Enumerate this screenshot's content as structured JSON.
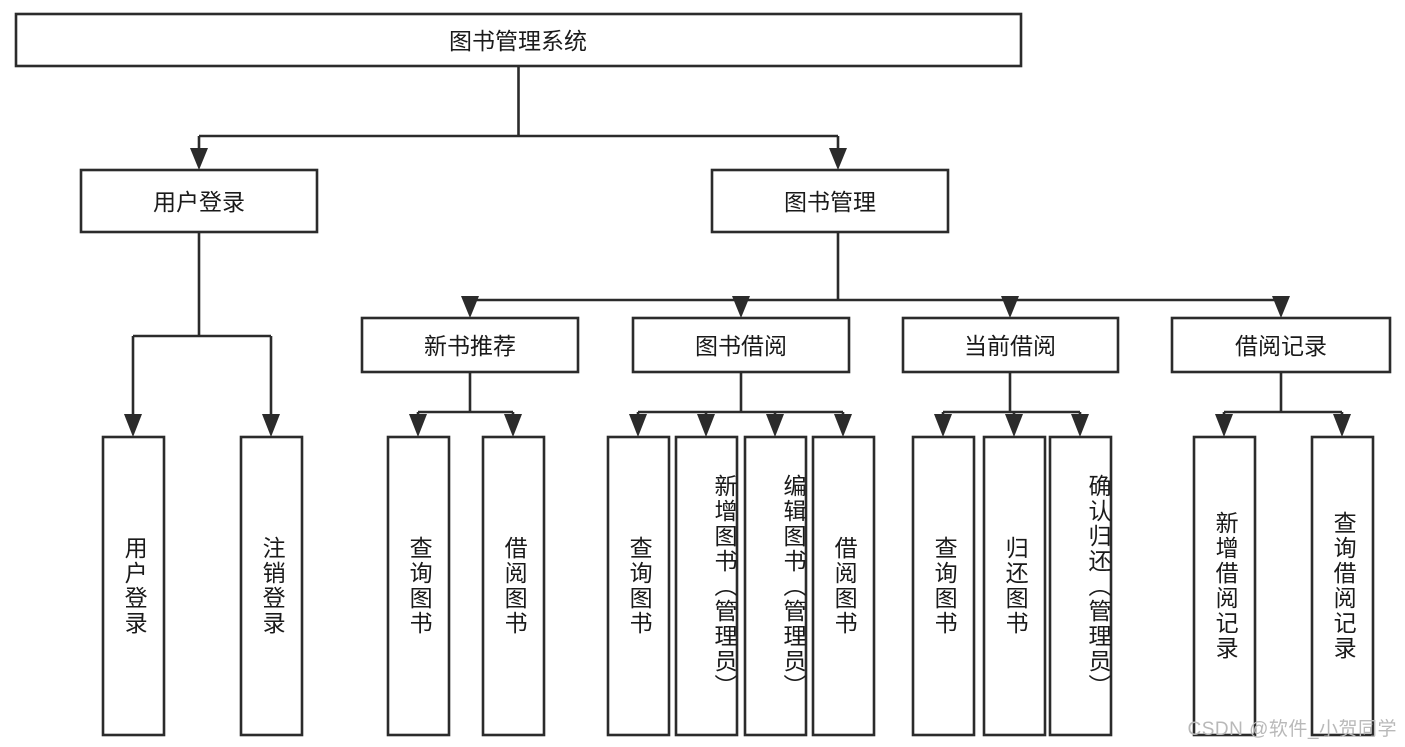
{
  "diagram": {
    "title": "图书管理系统",
    "type": "hierarchy-tree",
    "watermark": "CSDN @软件_小贺同学",
    "colors": {
      "stroke": "#2b2b2b",
      "fill": "#ffffff",
      "text": "#1a1a1a",
      "watermark": "#b9b9b9"
    },
    "root": {
      "label": "图书管理系统"
    },
    "level2": [
      {
        "label": "用户登录"
      },
      {
        "label": "图书管理"
      }
    ],
    "level3": [
      {
        "label": "新书推荐"
      },
      {
        "label": "图书借阅"
      },
      {
        "label": "当前借阅"
      },
      {
        "label": "借阅记录"
      }
    ],
    "leaves": {
      "user_login": [
        {
          "label": "用户登录"
        },
        {
          "label": "注销登录"
        }
      ],
      "new_book": [
        {
          "label": "查询图书"
        },
        {
          "label": "借阅图书"
        }
      ],
      "book_borrow": [
        {
          "label": "查询图书"
        },
        {
          "label": "新增图书（管理员）"
        },
        {
          "label": "编辑图书（管理员）"
        },
        {
          "label": "借阅图书"
        }
      ],
      "current_borrow": [
        {
          "label": "查询图书"
        },
        {
          "label": "归还图书"
        },
        {
          "label": "确认归还（管理员）"
        }
      ],
      "borrow_record": [
        {
          "label": "新增借阅记录"
        },
        {
          "label": "查询借阅记录"
        }
      ]
    }
  }
}
